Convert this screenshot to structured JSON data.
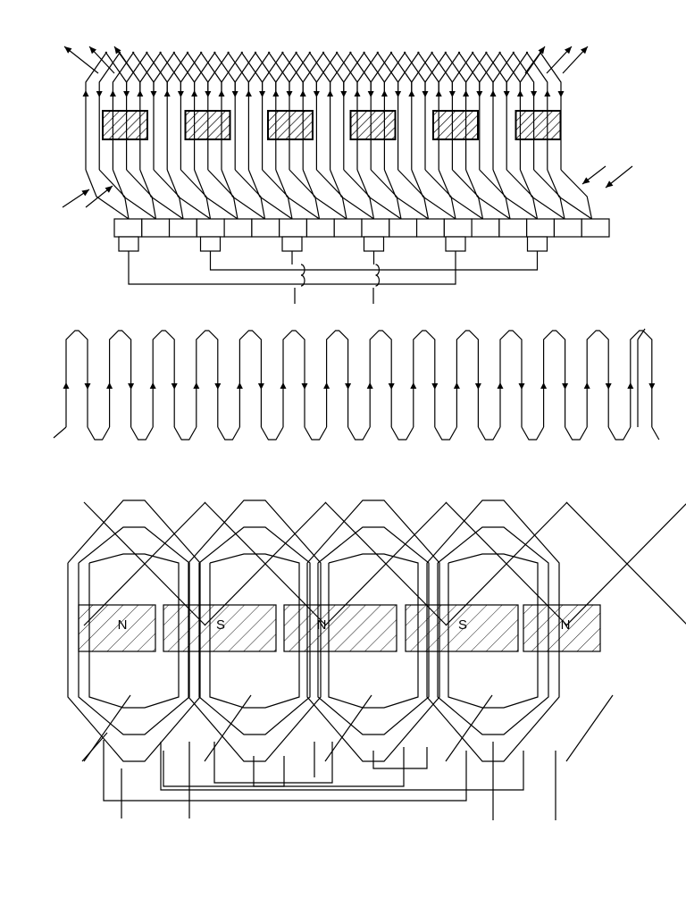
{
  "diagram": {
    "figures": [
      {
        "id": "lap-winding-with-commutator",
        "pole_count": 6,
        "commutator_segment_count": 18,
        "brush_count": 6
      },
      {
        "id": "wave-winding-development",
        "loop_count": 14
      },
      {
        "id": "stator-winding-with-poles",
        "poles": [
          {
            "label": "N"
          },
          {
            "label": "S"
          },
          {
            "label": "N"
          },
          {
            "label": "S"
          },
          {
            "label": "N"
          }
        ]
      }
    ],
    "colors": {
      "line": "#000000",
      "hatch": "#000000",
      "background": "#ffffff"
    }
  }
}
